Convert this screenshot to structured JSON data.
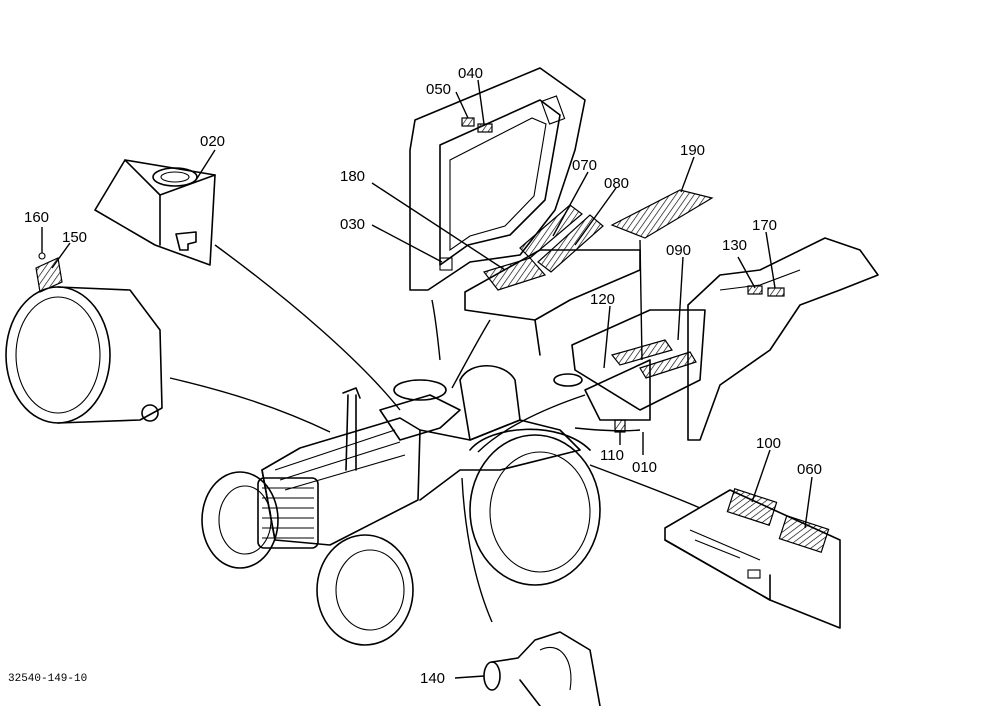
{
  "drawing_code": "32540-149-10",
  "callouts": [
    {
      "id": "c010",
      "label": "010"
    },
    {
      "id": "c020",
      "label": "020"
    },
    {
      "id": "c030",
      "label": "030"
    },
    {
      "id": "c040",
      "label": "040"
    },
    {
      "id": "c050",
      "label": "050"
    },
    {
      "id": "c060",
      "label": "060"
    },
    {
      "id": "c070",
      "label": "070"
    },
    {
      "id": "c080",
      "label": "080"
    },
    {
      "id": "c090",
      "label": "090"
    },
    {
      "id": "c100",
      "label": "100"
    },
    {
      "id": "c110",
      "label": "110"
    },
    {
      "id": "c120",
      "label": "120"
    },
    {
      "id": "c130",
      "label": "130"
    },
    {
      "id": "c140",
      "label": "140"
    },
    {
      "id": "c150",
      "label": "150"
    },
    {
      "id": "c160",
      "label": "160"
    },
    {
      "id": "c170",
      "label": "170"
    },
    {
      "id": "c180",
      "label": "180"
    },
    {
      "id": "c190",
      "label": "190"
    }
  ]
}
